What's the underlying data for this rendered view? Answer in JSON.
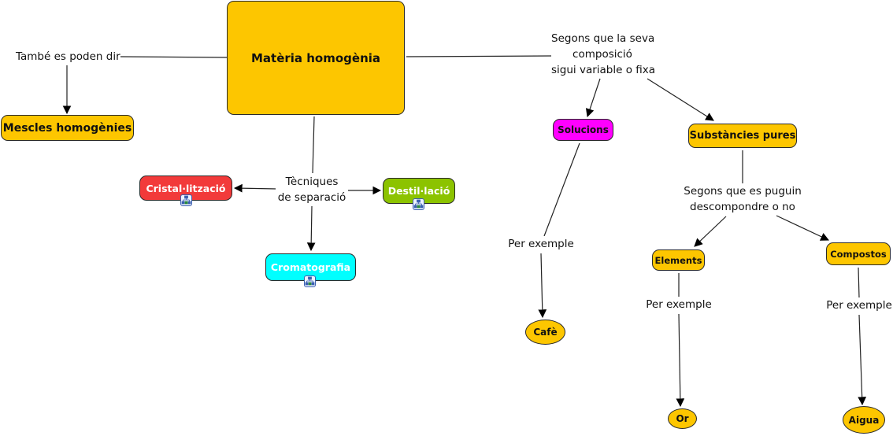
{
  "colors": {
    "gold": "#FDC600",
    "red": "#F23A3A",
    "green": "#8CC300",
    "cyan": "#00FFFF",
    "magenta": "#FF00FF",
    "white_text": "#FFFFFF",
    "dark_text": "#111111"
  },
  "concepts": {
    "main": "Matèria homogènia",
    "mescles": "Mescles homogènies",
    "cristal": "Cristal·lització",
    "destil": "Destil·lació",
    "croma": "Cromatografia",
    "solucions": "Solucions",
    "substancies": "Substàncies pures",
    "elements": "Elements",
    "compostos": "Compostos",
    "cafe": "Cafè",
    "or": "Or",
    "aigua": "Aigua"
  },
  "linking_phrases": {
    "tambe": "També es poden dir",
    "tecniques_1": "Tècniques",
    "tecniques_2": "de separació",
    "segons_1": "Segons que la seva",
    "segons_2": "composició",
    "segons_3": "sigui variable o fixa",
    "puguin_1": "Segons que es puguin",
    "puguin_2": "descompondre o no",
    "per_exemple_solucions": "Per exemple",
    "per_exemple_elements": "Per exemple",
    "per_exemple_compostos": "Per exemple"
  },
  "icons": {
    "submap": "submap-icon"
  }
}
